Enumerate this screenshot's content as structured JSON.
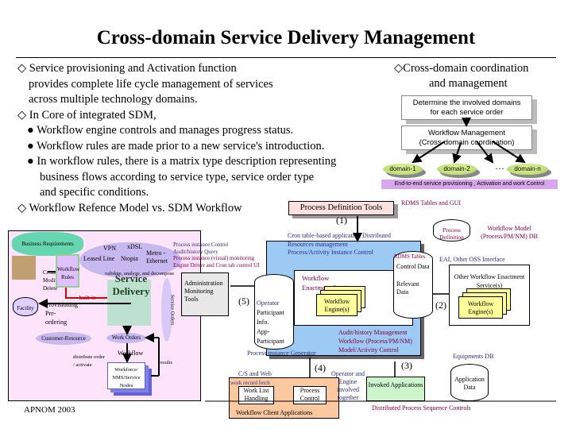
{
  "title": "Cross-domain Service Delivery Management",
  "bullets": [
    "Service provisioning and Activation function",
    "provides complete life cycle management of services",
    "across multiple technology domains.",
    "In Core of integrated SDM,",
    "Workflow engine controls and manages progress status.",
    "Workflow rules are made prior to a new service's introduction.",
    "In workflow rules, there is a matrix type description representing",
    "business flows according to service type, service order type",
    "and specific conditions.",
    "Workflow Refence Model vs. SDM Workflow"
  ],
  "cross": {
    "heading": "Cross-domain coordination",
    "heading2": "and management",
    "box1": "Determine the involved domains",
    "box1b": "for each service order",
    "box2": "Workflow Management",
    "box2b": "(Cross-domain coordination)",
    "domains": [
      "domain-1",
      "domain-2",
      "domain-n"
    ],
    "ellipsis": "…",
    "e2e": "End-to-end service provisioning , Activation and work Control"
  },
  "pdt": {
    "label": "Process Definition Tools",
    "rdms": "RDMS Tables and GUI",
    "num": "(1)",
    "procdef": "Process Definition",
    "model": "Workflow Model (Process/PM/NM) DB"
  },
  "left": {
    "biz": "Business Requirements",
    "cmd": "Create/ Modify/ Delete",
    "rules": "Workflow Rules",
    "leased": "Leased Line",
    "ntopia": "Ntopia",
    "xdsl": "xDSL",
    "metro": "Metro -Ethernet",
    "vpn": "VPN",
    "validate": "validate, analyze, and decompose",
    "builtin": "built-in",
    "facility": "Facility",
    "prov": "Provisioning Pre-ordering",
    "custres": "Customer-Resource",
    "service": "Service Delivery",
    "workorders": "Work Orders",
    "workflow": "Workflow",
    "distribute": "distribute order / activate",
    "result": "results",
    "nodes": "Workforce/ NMS/Service Nodes",
    "so": "Service Orders",
    "apnom": "APNOM 2003"
  },
  "admin": {
    "label": "Administration Monitoring Tools",
    "menu": [
      "Process instance Control",
      "Audit/history Query",
      "Process instance (visual) monitoring",
      "Engine Driver and Cron tab control UI"
    ],
    "num": "(5)"
  },
  "core": {
    "cron": "Cron table-based application Distributed",
    "res": "Resources management",
    "pai": "Process/Activity Instance Control",
    "wes": "Workflow Enactment Service",
    "engine": "Workflow Engine(s)",
    "rdms": "RDMS Tables",
    "control": "Control Data",
    "relevant": "Relevant Data",
    "operator": "Operator",
    "participant": "Participant Info.",
    "app": "App-Participant",
    "audit": "Audit/history Management",
    "wfmodel": "Workflow (Process/PM/NM)",
    "activity": "Model/Activity Control",
    "gen": "Process instance Generator"
  },
  "other": {
    "eai": "EAI, Other OSS Interface",
    "title": "Other Workflow Enactment Service(s)",
    "engine": "Workflow Engine(s)",
    "num": "(2)"
  },
  "bottom": {
    "cs": "C/S and Web",
    "wrf": "work record fetch",
    "worklist": "Work List Handling",
    "pc": "Process Control",
    "client": "Workflow Client Applications",
    "num4": "(4)",
    "num3": "(3)",
    "together": "Operator and Engine involved together",
    "invoked": "Invoked Applications",
    "equip": "Equipments DB",
    "appdata": "Application Data",
    "dpsc": "Distributed Process Sequence Controls"
  }
}
